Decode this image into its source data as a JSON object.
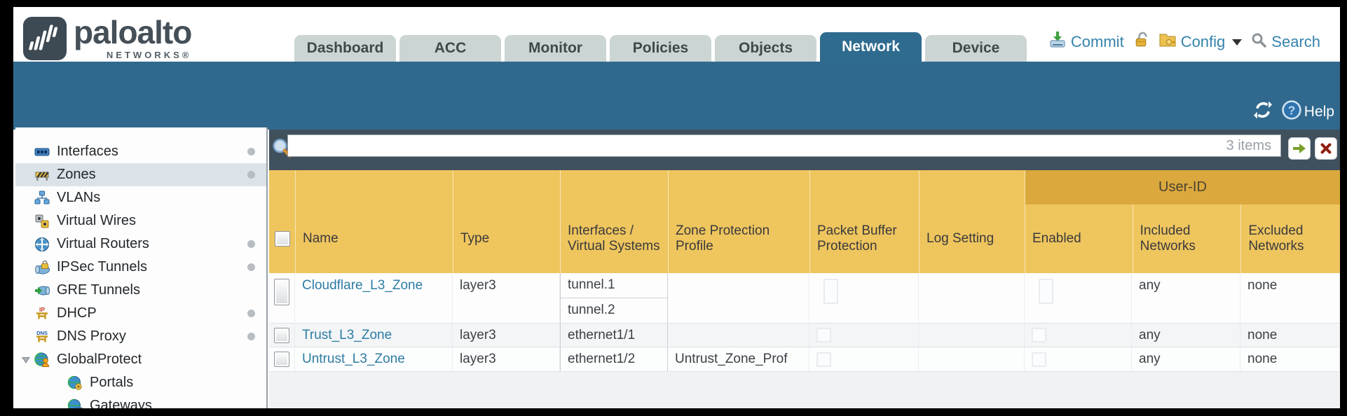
{
  "brand": {
    "name": "paloalto",
    "sub": "NETWORKS®",
    "icon": "paloalto-waves-icon"
  },
  "nav": {
    "tabs": [
      {
        "label": "Dashboard",
        "active": false
      },
      {
        "label": "ACC",
        "active": false
      },
      {
        "label": "Monitor",
        "active": false
      },
      {
        "label": "Policies",
        "active": false
      },
      {
        "label": "Objects",
        "active": false
      },
      {
        "label": "Network",
        "active": true
      },
      {
        "label": "Device",
        "active": false
      }
    ]
  },
  "top_actions": {
    "commit_label": "Commit",
    "commit_icon": "commit-download-icon",
    "lock_icon": "open-lock-icon",
    "config_label": "Config",
    "config_icon": "folder-key-icon",
    "config_caret_icon": "chevron-down-icon",
    "search_label": "Search",
    "search_icon": "magnifier-icon"
  },
  "subheader": {
    "refresh_icon": "refresh-icon",
    "help_icon": "question-help-icon",
    "help_label": "Help"
  },
  "filter_bar": {
    "input_value": "",
    "count_label": "3 items",
    "go_icon": "green-arrow-icon",
    "clear_icon": "red-x-icon",
    "magnifier_icon": "magnifier-icon"
  },
  "sidebar": {
    "items": [
      {
        "label": "Interfaces",
        "icon": "interfaces-icon",
        "has_status_dot": true,
        "selected": false
      },
      {
        "label": "Zones",
        "icon": "zones-icon",
        "has_status_dot": true,
        "selected": true
      },
      {
        "label": "VLANs",
        "icon": "vlans-icon",
        "has_status_dot": false,
        "selected": false
      },
      {
        "label": "Virtual Wires",
        "icon": "virtual-wires-icon",
        "has_status_dot": false,
        "selected": false
      },
      {
        "label": "Virtual Routers",
        "icon": "virtual-routers-icon",
        "has_status_dot": true,
        "selected": false
      },
      {
        "label": "IPSec Tunnels",
        "icon": "ipsec-tunnels-icon",
        "has_status_dot": true,
        "selected": false
      },
      {
        "label": "GRE Tunnels",
        "icon": "gre-tunnels-icon",
        "has_status_dot": false,
        "selected": false
      },
      {
        "label": "DHCP",
        "icon": "dhcp-icon",
        "has_status_dot": true,
        "selected": false
      },
      {
        "label": "DNS Proxy",
        "icon": "dns-proxy-icon",
        "has_status_dot": true,
        "selected": false
      },
      {
        "label": "GlobalProtect",
        "icon": "globalprotect-icon",
        "expanded": true,
        "has_status_dot": false,
        "selected": false
      },
      {
        "label": "Portals",
        "icon": "portals-icon",
        "indent": 1,
        "has_status_dot": false,
        "selected": false
      },
      {
        "label": "Gateways",
        "icon": "gateways-icon",
        "indent": 1,
        "has_status_dot": false,
        "selected": false
      }
    ]
  },
  "table": {
    "group_header": "User-ID",
    "columns": [
      "Name",
      "Type",
      "Interfaces / Virtual Systems",
      "Zone Protection Profile",
      "Packet Buffer Protection",
      "Log Setting",
      "Enabled",
      "Included Networks",
      "Excluded Networks"
    ],
    "rows": [
      {
        "name": "Cloudflare_L3_Zone",
        "type": "layer3",
        "interfaces": [
          "tunnel.1",
          "tunnel.2"
        ],
        "zone_protection_profile": "",
        "packet_buffer_protection_checked": false,
        "log_setting": "",
        "user_id_enabled_checked": false,
        "included_networks": "any",
        "excluded_networks": "none"
      },
      {
        "name": "Trust_L3_Zone",
        "type": "layer3",
        "interfaces": [
          "ethernet1/1"
        ],
        "zone_protection_profile": "",
        "packet_buffer_protection_checked": false,
        "log_setting": "",
        "user_id_enabled_checked": false,
        "included_networks": "any",
        "excluded_networks": "none"
      },
      {
        "name": "Untrust_L3_Zone",
        "type": "layer3",
        "interfaces": [
          "ethernet1/2"
        ],
        "zone_protection_profile": "Untrust_Zone_Prof",
        "packet_buffer_protection_checked": false,
        "log_setting": "",
        "user_id_enabled_checked": false,
        "included_networks": "any",
        "excluded_networks": "none"
      }
    ]
  },
  "colors": {
    "nav_blue": "#31698e",
    "active_tab_blue": "#2e6b8f",
    "inactive_tab_gray": "#cbd5d4",
    "header_gold": "#efc55e",
    "group_band_gold": "#dba83d",
    "filter_bar_slate": "#40505d",
    "link_blue": "#2d7ca2",
    "alt_row_gray": "#f3f5f7"
  }
}
